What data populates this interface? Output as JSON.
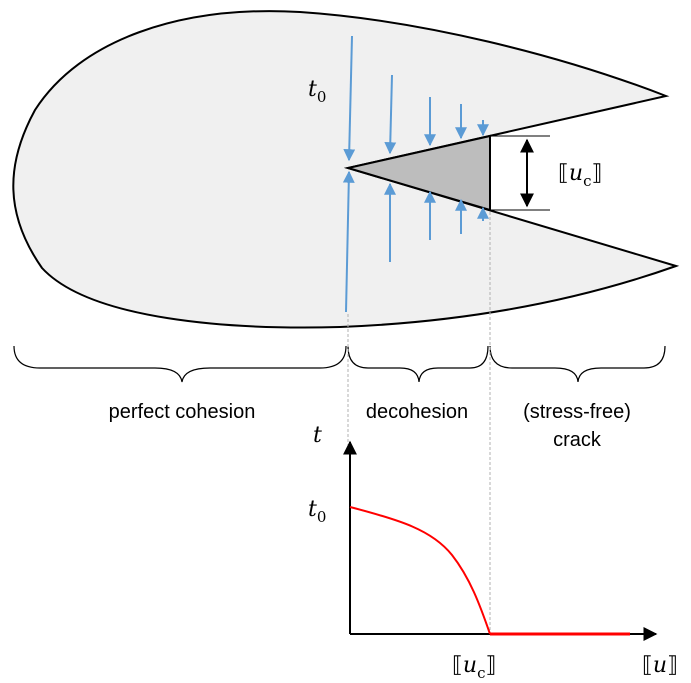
{
  "labels": {
    "t0_top": {
      "base": "t",
      "sub": "0"
    },
    "uc_top": {
      "open": "⟦",
      "base": "u",
      "sub": "c",
      "close": "⟧"
    },
    "regions": {
      "perfect_cohesion": "perfect cohesion",
      "decohesion": "decohesion",
      "crack_line1": "(stress-free)",
      "crack_line2": "crack"
    },
    "plot": {
      "y_axis": "t",
      "y_tick": {
        "base": "t",
        "sub": "0"
      },
      "x_tick": {
        "open": "⟦",
        "base": "u",
        "sub": "c",
        "close": "⟧"
      },
      "x_axis": {
        "open": "⟦",
        "base": "u",
        "close": "⟧"
      }
    }
  },
  "colors": {
    "body_fill": "#f0f0f0",
    "wedge_fill": "#bdbdbd",
    "arrow_blue": "#5b9bd5",
    "curve_red": "#ff0000",
    "guide_gray": "#b0b0b0"
  }
}
